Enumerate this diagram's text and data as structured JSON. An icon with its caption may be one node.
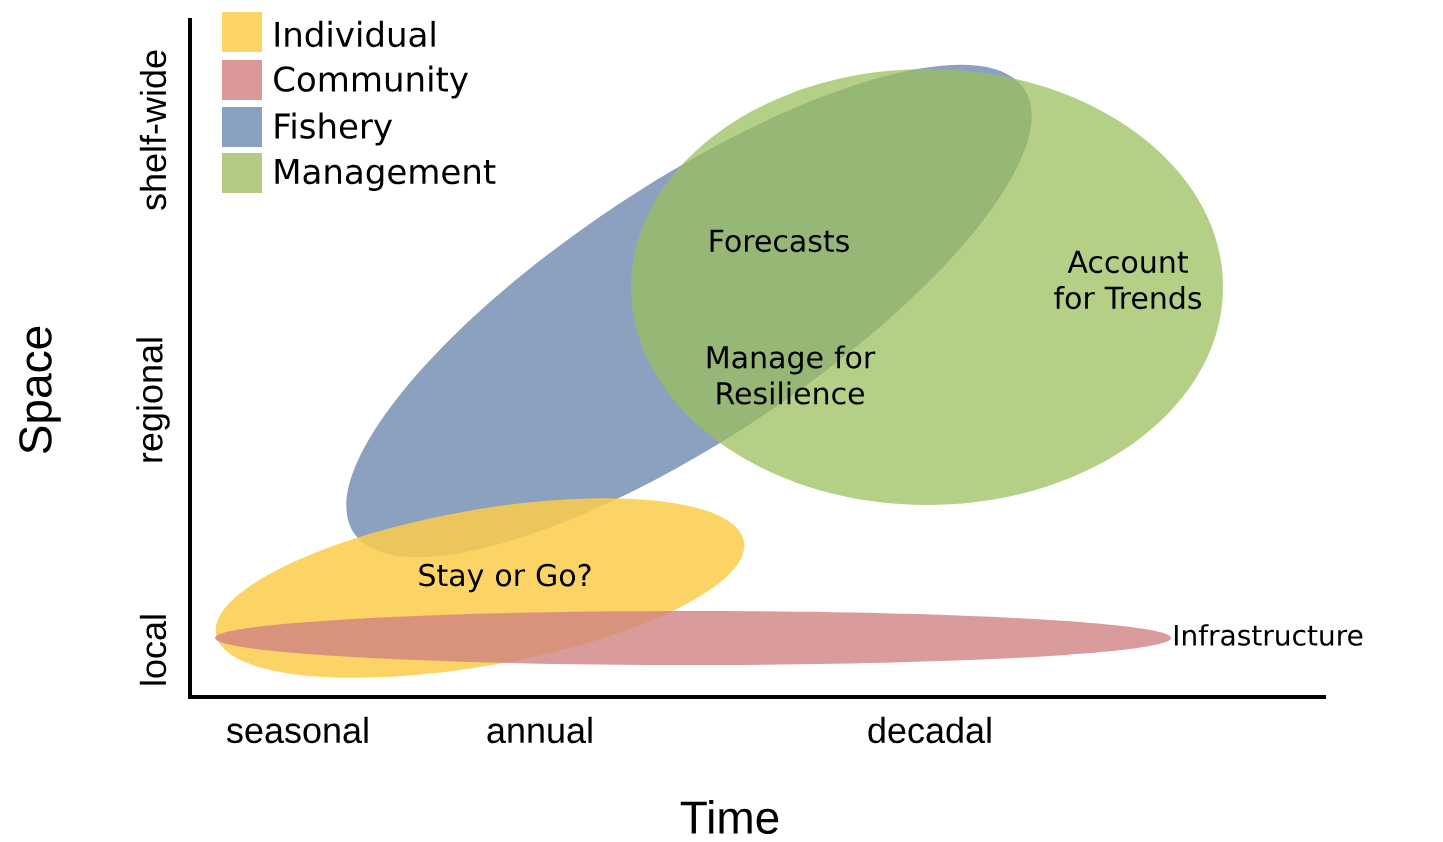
{
  "diagram": {
    "nodes": [
      {
        "text": [
          "Account for Trends"
        ]
      },
      {
        "text": [],
        "shape": "ellipse"
      },
      {
        "text": [
          "Stay or Go?"
        ]
      },
      {
        "text": [],
        "shape": "ellipse",
        "beside": [
          "Infrastructure"
        ]
      }
    ],
    "labels": [
      "Forecasts",
      "Manage for Resilience",
      "shelf-wide",
      "regional",
      "local",
      "seasonal",
      "annual",
      "decadal",
      "Space",
      "Time"
    ],
    "legend": [
      {
        "text": "Individual",
        "color": "#fcd466"
      },
      {
        "text": "Community",
        "color": "#da9898"
      },
      {
        "text": "Fishery",
        "color": "#8aa0c0"
      },
      {
        "text": "Management",
        "color": "#b3cb84"
      }
    ]
  }
}
